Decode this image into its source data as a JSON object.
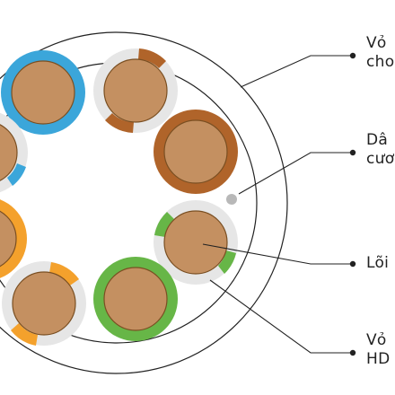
{
  "colors": {
    "copper": "#C49061",
    "copper_outline": "#7A4F22",
    "grey_insulation": "#E6E6E6",
    "blue": "#3BA6DA",
    "orange": "#F4A12C",
    "brown": "#B0642A",
    "green": "#67B647",
    "outline": "#222222",
    "ripcord": "#B8B8B8"
  },
  "icons": {
    "bullet": "dot-icon"
  },
  "labels": {
    "jacket": [
      "Vỏ",
      "cho"
    ],
    "ripcord": [
      "Dâ",
      "cươ"
    ],
    "core": [
      "Lõi"
    ],
    "insulation": [
      "Vỏ",
      "HD"
    ]
  },
  "conductors": [
    {
      "name": "conductor-blue-solid",
      "color": "blue",
      "pattern": "solid"
    },
    {
      "name": "conductor-blue-stripe",
      "color": "blue",
      "pattern": "striped"
    },
    {
      "name": "conductor-orange-solid",
      "color": "orange",
      "pattern": "solid"
    },
    {
      "name": "conductor-orange-stripe",
      "color": "orange",
      "pattern": "striped"
    },
    {
      "name": "conductor-green-solid",
      "color": "green",
      "pattern": "solid"
    },
    {
      "name": "conductor-green-stripe",
      "color": "green",
      "pattern": "striped"
    },
    {
      "name": "conductor-brown-solid",
      "color": "brown",
      "pattern": "solid"
    },
    {
      "name": "conductor-brown-stripe",
      "color": "brown",
      "pattern": "striped"
    }
  ]
}
